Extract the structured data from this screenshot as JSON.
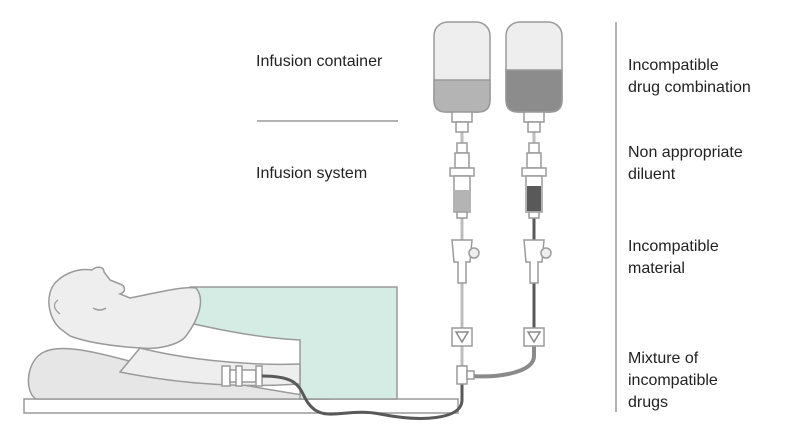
{
  "colors": {
    "line": "#8a8a8a",
    "outline": "#9a9a9a",
    "skin": "#eeeeee",
    "sheet": "#d4ece4",
    "fluid_light": "#b4b4b4",
    "fluid_dark": "#8c8c8c",
    "tube_light": "#bdbdbd",
    "tube_dark": "#595959",
    "text": "#222222"
  },
  "labels": {
    "infusion_container": "Infusion container",
    "infusion_system": "Infusion system"
  },
  "causes": [
    "Incompatible\ndrug combination",
    "Non appropriate\ndiluent",
    "Incompatible\nmaterial",
    "Mixture of\nincompatible\ndrugs"
  ],
  "icons": [
    "infusion-bag-icon",
    "drip-chamber-icon",
    "roller-clamp-icon",
    "filter-icon",
    "y-connector-icon",
    "catheter-icon",
    "patient-icon"
  ]
}
